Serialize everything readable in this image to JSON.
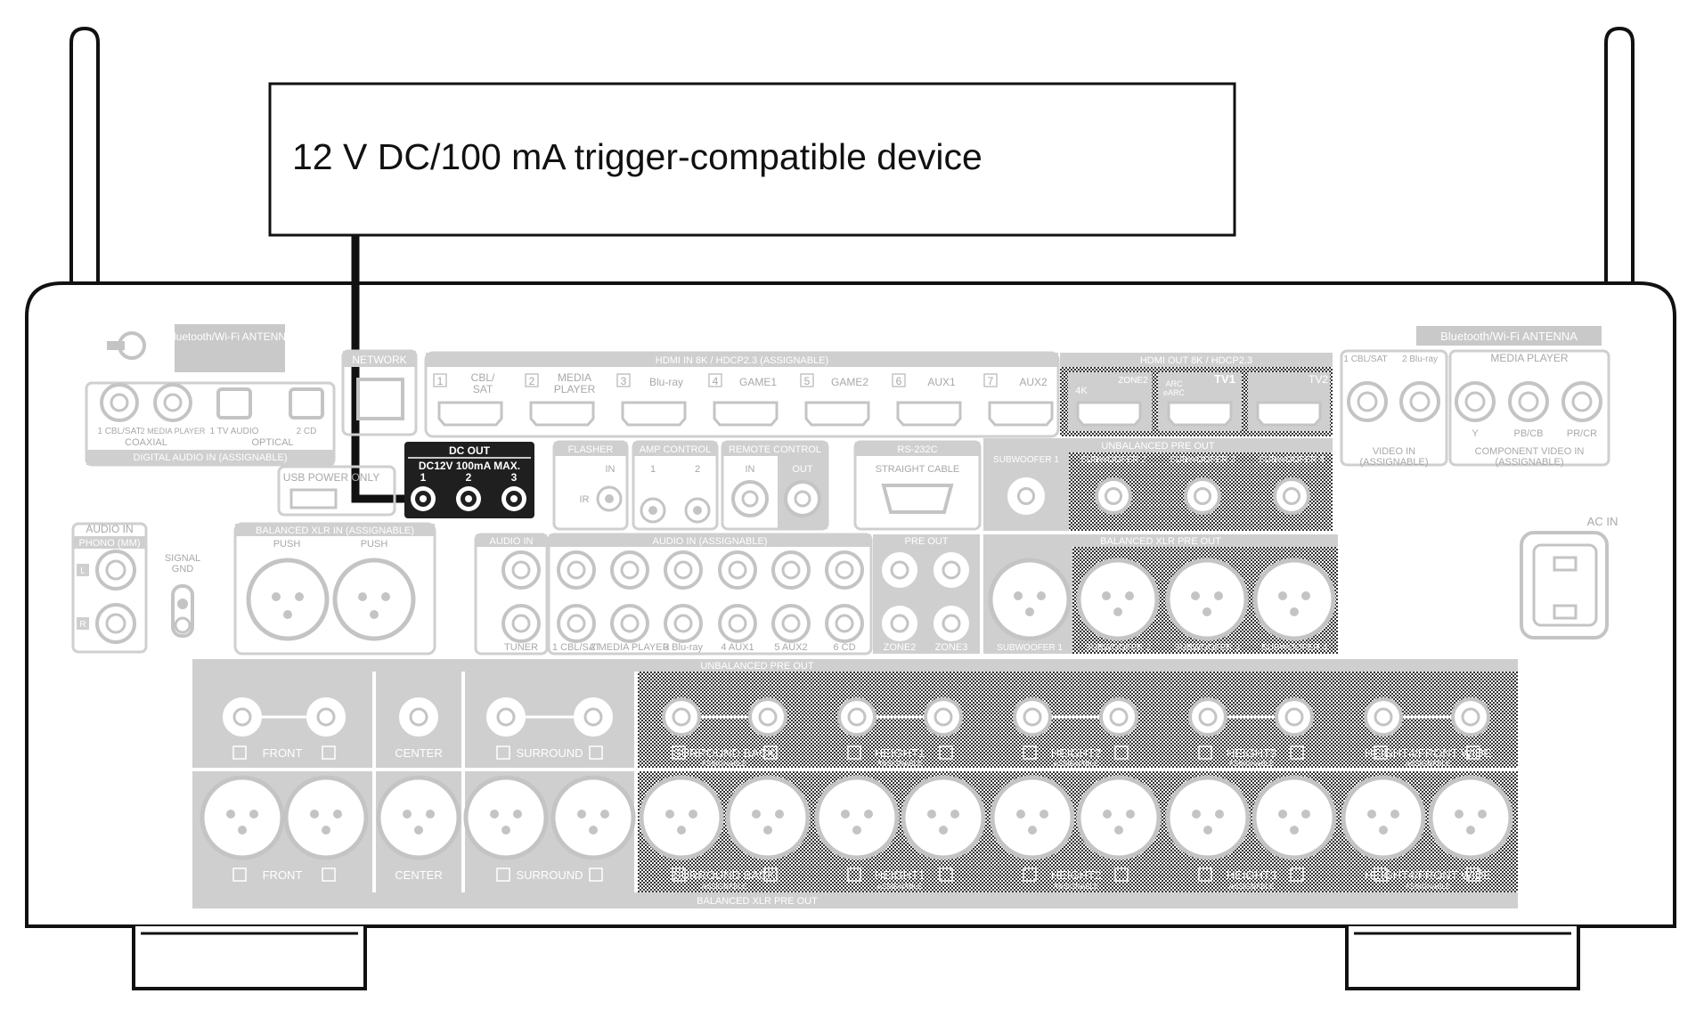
{
  "callout": {
    "text": "12 V DC/100 mA trigger-compatible device"
  },
  "antenna": {
    "left_label": "Bluetooth/Wi-Fi ANTENNA",
    "right_label": "Bluetooth/Wi-Fi ANTENNA"
  },
  "network": {
    "label": "NETWORK"
  },
  "hdmi_in": {
    "title": "HDMI IN   8K / HDCP2.3  (ASSIGNABLE)",
    "ports": [
      {
        "num": "1",
        "label": "CBL/\nSAT"
      },
      {
        "num": "2",
        "label": "MEDIA\nPLAYER"
      },
      {
        "num": "3",
        "label": "Blu-ray"
      },
      {
        "num": "4",
        "label": "GAME1"
      },
      {
        "num": "5",
        "label": "GAME2"
      },
      {
        "num": "6",
        "label": "AUX1"
      },
      {
        "num": "7",
        "label": "AUX2"
      }
    ]
  },
  "hdmi_out": {
    "title": "HDMI OUT   8K / HDCP2.3",
    "labels": [
      "4K",
      "ZONE2",
      "ARC\neARC",
      "TV1",
      "TV2"
    ]
  },
  "digital_audio": {
    "title": "DIGITAL AUDIO IN  (ASSIGNABLE)",
    "coaxial": "COAXIAL",
    "optical": "OPTICAL",
    "jacks": [
      "1 CBL/SAT",
      "2 MEDIA PLAYER",
      "1 TV AUDIO",
      "2 CD"
    ]
  },
  "dc_out": {
    "title": "DC OUT",
    "spec": "DC12V 100mA MAX.",
    "jacks": [
      "1",
      "2",
      "3"
    ]
  },
  "usb": {
    "label": "USB POWER ONLY"
  },
  "flasher": {
    "title": "FLASHER",
    "in": "IN",
    "ir": "IR"
  },
  "amp_control": {
    "title": "AMP CONTROL",
    "jacks": [
      "1",
      "2"
    ]
  },
  "remote_control": {
    "title": "REMOTE CONTROL",
    "in": "IN",
    "out": "OUT"
  },
  "rs232c": {
    "title": "RS-232C",
    "sub": "STRAIGHT CABLE"
  },
  "unbalanced_pre_out_top": {
    "title": "UNBALANCED PRE OUT",
    "subs": [
      "SUBWOOFER 1",
      "SUBWOOFER 2",
      "SUBWOOFER 3",
      "SUBWOOFER 4"
    ]
  },
  "video_in": {
    "labels": [
      "1 CBL/SAT",
      "2 Blu-ray"
    ],
    "title": "VIDEO IN\n(ASSIGNABLE)"
  },
  "component_video": {
    "header": "MEDIA PLAYER",
    "labels": [
      "Y",
      "PB/CB",
      "PR/CR"
    ],
    "title": "COMPONENT VIDEO IN\n(ASSIGNABLE)"
  },
  "audio_in_phono": {
    "title": "AUDIO IN",
    "sub": "PHONO (MM)",
    "l": "L",
    "r": "R"
  },
  "signal_gnd": {
    "label": "SIGNAL\nGND"
  },
  "balanced_xlr_in": {
    "title": "BALANCED XLR IN  (ASSIGNABLE)",
    "push": "PUSH"
  },
  "audio_in_tuner": {
    "title": "AUDIO IN",
    "sub": "TUNER"
  },
  "audio_in_assignable": {
    "title": "AUDIO IN  (ASSIGNABLE)",
    "jacks": [
      "1 CBL/SAT",
      "2 MEDIA PLAYER",
      "3 Blu-ray",
      "4 AUX1",
      "5 AUX2",
      "6 CD"
    ]
  },
  "pre_out_zones": {
    "title": "PRE  OUT",
    "zones": [
      "ZONE2",
      "ZONE3"
    ]
  },
  "balanced_xlr_pre_out_top": {
    "title": "BALANCED XLR PRE OUT",
    "subs": [
      "SUBWOOFER 1",
      "SUBWOOFER 2",
      "SUBWOOFER 3",
      "SUBWOOFER 4"
    ]
  },
  "ac_in": {
    "label": "AC IN"
  },
  "unbalanced_pre_out_bottom": {
    "title": "UNBALANCED PRE OUT",
    "channels": [
      "FRONT",
      "CENTER",
      "SURROUND",
      "SURROUND BACK",
      "HEIGHT1",
      "HEIGHT2",
      "HEIGHT3",
      "HEIGHT4/FRONT WIDE"
    ],
    "assignable": "ASSIGNABLE"
  },
  "balanced_xlr_pre_out_bottom": {
    "title": "BALANCED XLR PRE OUT",
    "channels": [
      "FRONT",
      "CENTER",
      "SURROUND",
      "SURROUND BACK",
      "HEIGHT1",
      "HEIGHT2",
      "HEIGHT3",
      "HEIGHT4/FRONT WIDE"
    ],
    "assignable": "ASSIGNABLE"
  },
  "colors": {
    "faded": "#c4c4c4",
    "faded_text": "#a8a8a8",
    "highlight": "#1a1a1a",
    "outline": "#111111"
  }
}
